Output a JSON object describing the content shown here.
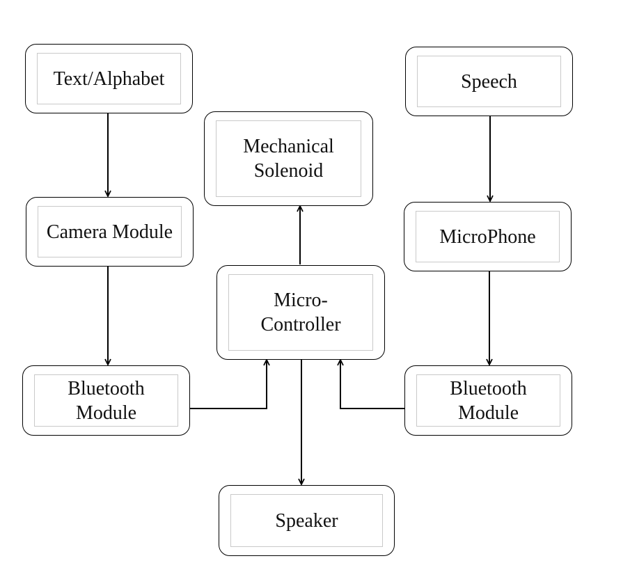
{
  "nodes": {
    "text_alphabet": {
      "label": "Text/Alphabet"
    },
    "camera_module": {
      "label": "Camera Module"
    },
    "bluetooth_left": {
      "line1": "Bluetooth",
      "line2": "Module"
    },
    "mechanical_solenoid": {
      "line1": "Mechanical",
      "line2": "Solenoid"
    },
    "micro_controller": {
      "line1": "Micro-",
      "line2": "Controller"
    },
    "speaker": {
      "label": "Speaker"
    },
    "speech": {
      "label": "Speech"
    },
    "microphone": {
      "label": "MicroPhone"
    },
    "bluetooth_right": {
      "line1": "Bluetooth",
      "line2": "Module"
    }
  },
  "edges": [
    {
      "from": "text_alphabet",
      "to": "camera_module"
    },
    {
      "from": "camera_module",
      "to": "bluetooth_left"
    },
    {
      "from": "bluetooth_left",
      "to": "micro_controller"
    },
    {
      "from": "micro_controller",
      "to": "mechanical_solenoid"
    },
    {
      "from": "micro_controller",
      "to": "speaker"
    },
    {
      "from": "speech",
      "to": "microphone"
    },
    {
      "from": "microphone",
      "to": "bluetooth_right"
    },
    {
      "from": "bluetooth_right",
      "to": "micro_controller"
    }
  ]
}
